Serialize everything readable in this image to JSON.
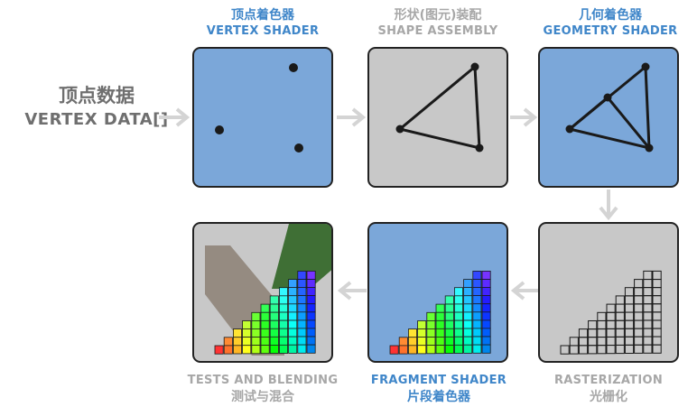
{
  "input": {
    "zh": "顶点数据",
    "en": "VERTEX DATA[]"
  },
  "stages": [
    {
      "id": "vertex-shader",
      "zh": "顶点着色器",
      "en": "VERTEX SHADER",
      "caption_color": "#3f86c9",
      "fill": "#7ba7d9"
    },
    {
      "id": "shape-assembly",
      "zh": "形状(图元)装配",
      "en": "SHAPE ASSEMBLY",
      "caption_color": "#a7a7a7",
      "fill": "#c8c8c8"
    },
    {
      "id": "geometry-shader",
      "zh": "几何着色器",
      "en": "GEOMETRY SHADER",
      "caption_color": "#3f86c9",
      "fill": "#7ba7d9"
    },
    {
      "id": "rasterization",
      "zh": "光栅化",
      "en": "RASTERIZATION",
      "caption_color": "#a7a7a7",
      "fill": "#c8c8c8"
    },
    {
      "id": "fragment-shader",
      "zh": "片段着色器",
      "en": "FRAGMENT SHADER",
      "caption_color": "#3f86c9",
      "fill": "#7ba7d9"
    },
    {
      "id": "tests-and-blending",
      "zh": "测试与混合",
      "en": "TESTS AND BLENDING",
      "caption_color": "#a7a7a7",
      "fill": "#c8c8c8"
    }
  ],
  "colors": {
    "arrow": "#d4d4d4",
    "outline": "#222222"
  }
}
